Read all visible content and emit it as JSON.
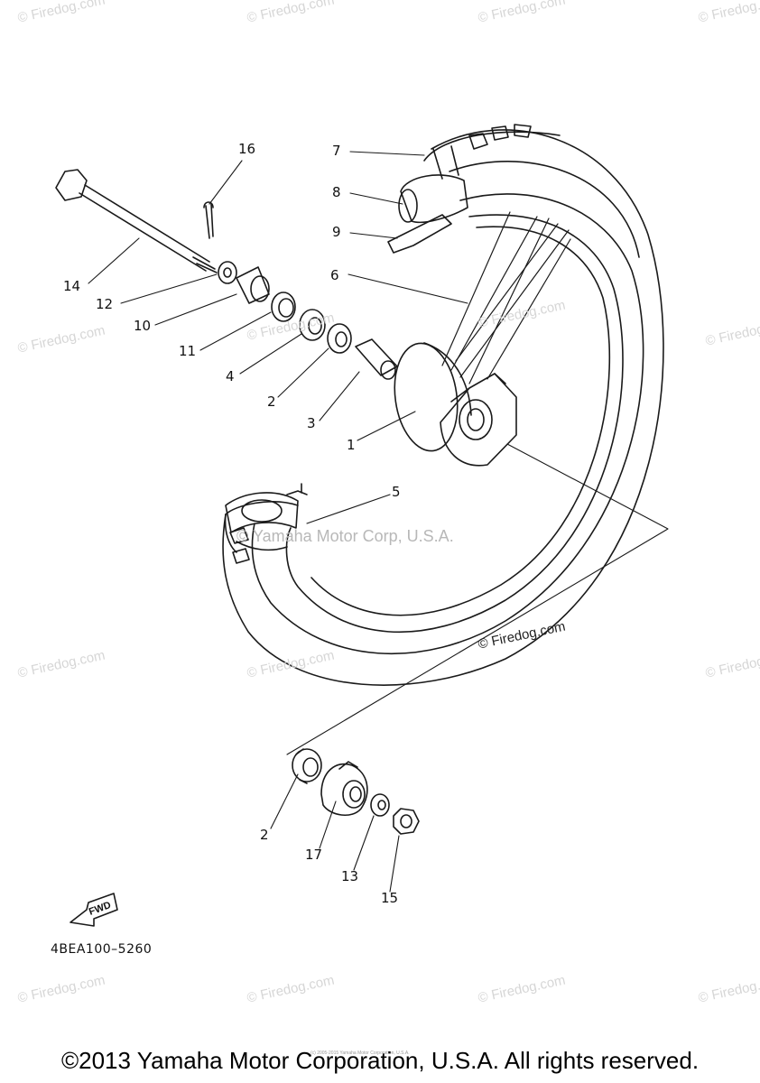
{
  "watermark": "© Firedog.com",
  "center_watermark": "© Yamaha Motor Corp, U.S.A.",
  "inner_watermark": "© Firedog.com",
  "callouts": {
    "c16": "16",
    "c7": "7",
    "c8": "8",
    "c9": "9",
    "c6": "6",
    "c14": "14",
    "c12": "12",
    "c10": "10",
    "c11": "11",
    "c4": "4",
    "c2a": "2",
    "c3": "3",
    "c1": "1",
    "c5": "5",
    "c2b": "2",
    "c17": "17",
    "c13": "13",
    "c15": "15"
  },
  "fwd_label": "FWD",
  "drawing_code": "4BEA100–5260",
  "tiny_notice": "(c) 2005-2015 Yamaha Motor Corporation, U.S.A.",
  "copyright": "©2013 Yamaha Motor Corporation, U.S.A. All rights reserved."
}
